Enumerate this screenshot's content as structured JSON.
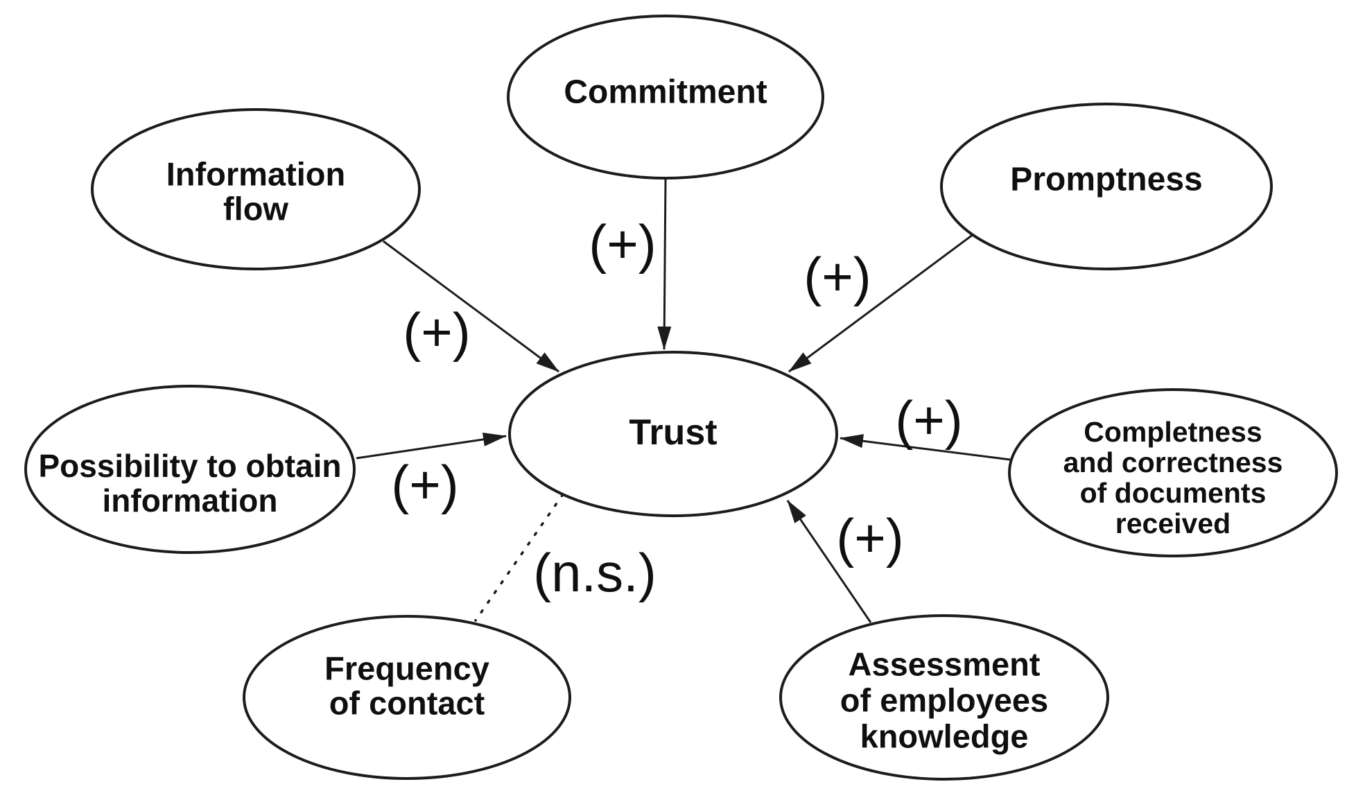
{
  "diagram": {
    "title_implicit": "Factors influencing Trust",
    "colors": {
      "ink": "#1c1c1c",
      "text": "#0f0f0f",
      "background": "#ffffff"
    },
    "nodes": {
      "center": {
        "label": "Trust"
      },
      "factors": [
        {
          "name": "Commitment",
          "lines": [
            "Commitment"
          ]
        },
        {
          "name": "Information flow",
          "lines": [
            "Information",
            "flow"
          ]
        },
        {
          "name": "Promptness",
          "lines": [
            "Promptness"
          ]
        },
        {
          "name": "Possibility to obtain information",
          "lines": [
            "Possibility to obtain",
            "information"
          ]
        },
        {
          "name": "Completness and correctness of documents received",
          "lines": [
            "Completness",
            "and correctness",
            "of documents",
            "received"
          ]
        },
        {
          "name": "Frequency of contact",
          "lines": [
            "Frequency",
            "of contact"
          ]
        },
        {
          "name": "Assessment of employees knowledge",
          "lines": [
            "Assessment",
            "of employees",
            "knowledge"
          ]
        }
      ]
    },
    "edges": [
      {
        "from": "Commitment",
        "to": "Trust",
        "label": "(+)",
        "style": "solid-arrow"
      },
      {
        "from": "Information flow",
        "to": "Trust",
        "label": "(+)",
        "style": "solid-arrow"
      },
      {
        "from": "Promptness",
        "to": "Trust",
        "label": "(+)",
        "style": "solid-arrow"
      },
      {
        "from": "Possibility to obtain information",
        "to": "Trust",
        "label": "(+)",
        "style": "solid-arrow"
      },
      {
        "from": "Completness and correctness of documents received",
        "to": "Trust",
        "label": "(+)",
        "style": "solid-arrow"
      },
      {
        "from": "Frequency of contact",
        "to": "Trust",
        "label": "(n.s.)",
        "style": "dotted"
      },
      {
        "from": "Assessment of employees knowledge",
        "to": "Trust",
        "label": "(+)",
        "style": "solid-arrow"
      }
    ]
  }
}
